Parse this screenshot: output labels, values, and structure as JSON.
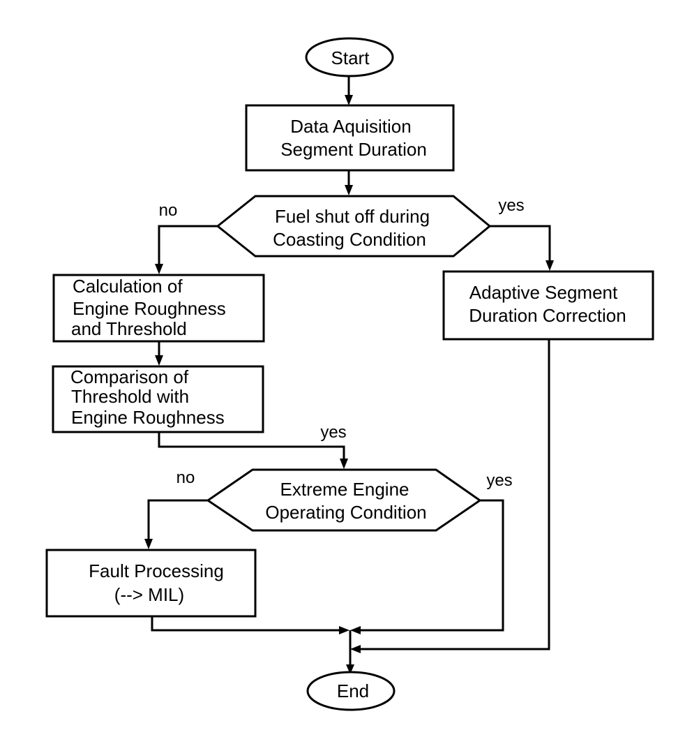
{
  "nodes": {
    "start": "Start",
    "data_acquisition": [
      "Data Aquisition",
      "Segment Duration"
    ],
    "fuel_shutoff": [
      "Fuel shut off during",
      "Coasting Condition"
    ],
    "adaptive": [
      "Adaptive Segment",
      "Duration Correction"
    ],
    "calculation": [
      "Calculation of",
      "Engine Roughness",
      "and Threshold"
    ],
    "comparison": [
      "Comparison of",
      "Threshold with",
      "Engine Roughness"
    ],
    "extreme": [
      "Extreme Engine",
      "Operating Condition"
    ],
    "fault": [
      "Fault Processing",
      "(--> MIL)"
    ],
    "end": "End"
  },
  "edge_labels": {
    "fuel_no": "no",
    "fuel_yes": "yes",
    "comparison_yes": "yes",
    "extreme_no": "no",
    "extreme_yes": "yes"
  }
}
